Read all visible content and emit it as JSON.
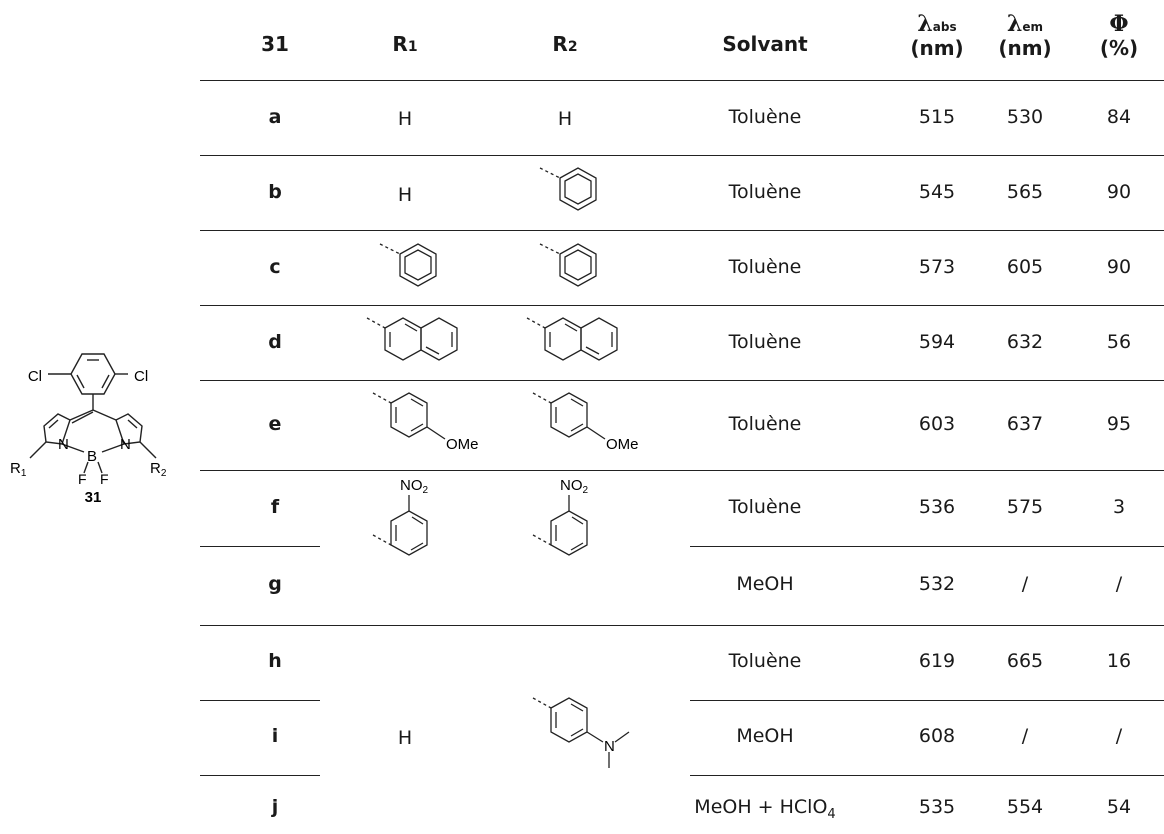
{
  "compound": {
    "label": "31",
    "core_substituent_left": "Cl",
    "core_substituent_right": "Cl",
    "atom_N1": "N",
    "atom_N2": "N",
    "atom_B": "B",
    "atom_F1": "F",
    "atom_F2": "F",
    "r1_label": "R",
    "r1_sub": "1",
    "r2_label": "R",
    "r2_sub": "2"
  },
  "table": {
    "headers": {
      "id": "31",
      "r1_main": "R",
      "r1_sub": "1",
      "r2_main": "R",
      "r2_sub": "2",
      "solvent": "Solvant",
      "abs_symbol": "λ",
      "abs_sub": "abs",
      "abs_unit": "(nm)",
      "em_symbol": "λ",
      "em_sub": "em",
      "em_unit": "(nm)",
      "phi_symbol": "Φ",
      "phi_unit": "(%)"
    },
    "rows": [
      {
        "id": "a",
        "r1": "H",
        "r2": "H",
        "solvent": "Toluène",
        "abs": "515",
        "em": "530",
        "phi": "84"
      },
      {
        "id": "b",
        "r1": "H",
        "r2": "phenyl",
        "solvent": "Toluène",
        "abs": "545",
        "em": "565",
        "phi": "90"
      },
      {
        "id": "c",
        "r1": "phenyl",
        "r2": "phenyl",
        "solvent": "Toluène",
        "abs": "573",
        "em": "605",
        "phi": "90"
      },
      {
        "id": "d",
        "r1": "2-naphthyl",
        "r2": "2-naphthyl",
        "solvent": "Toluène",
        "abs": "594",
        "em": "632",
        "phi": "56"
      },
      {
        "id": "e",
        "r1": "4-methoxyphenyl",
        "r2": "4-methoxyphenyl",
        "solvent": "Toluène",
        "abs": "603",
        "em": "637",
        "phi": "95"
      },
      {
        "id": "f",
        "r1": "2-nitrophenyl",
        "r2": "2-nitrophenyl",
        "solvent": "Toluène",
        "abs": "536",
        "em": "575",
        "phi": "3"
      },
      {
        "id": "g",
        "r1": "2-nitrophenyl",
        "r2": "2-nitrophenyl",
        "solvent": "MeOH",
        "abs": "532",
        "em": "/",
        "phi": "/"
      },
      {
        "id": "h",
        "r1": "H",
        "r2": "4-dimethylaminophenyl",
        "solvent": "Toluène",
        "abs": "619",
        "em": "665",
        "phi": "16"
      },
      {
        "id": "i",
        "r1": "H",
        "r2": "4-dimethylaminophenyl",
        "solvent": "MeOH",
        "abs": "608",
        "em": "/",
        "phi": "/"
      },
      {
        "id": "j",
        "r1": "H",
        "r2": "4-dimethylaminophenyl",
        "solvent": "MeOH + HClO",
        "solvent_sub": "4",
        "abs": "535",
        "em": "554",
        "phi": "54"
      }
    ],
    "merged": {
      "f_g_r1": "2-nitrophenyl",
      "f_g_r2": "2-nitrophenyl",
      "h_j_r1": "H",
      "h_j_r2": "4-dimethylaminophenyl"
    },
    "structure_labels": {
      "nitro": "NO",
      "nitro_sub": "2",
      "methoxy": "OMe",
      "amine_n": "N"
    }
  }
}
